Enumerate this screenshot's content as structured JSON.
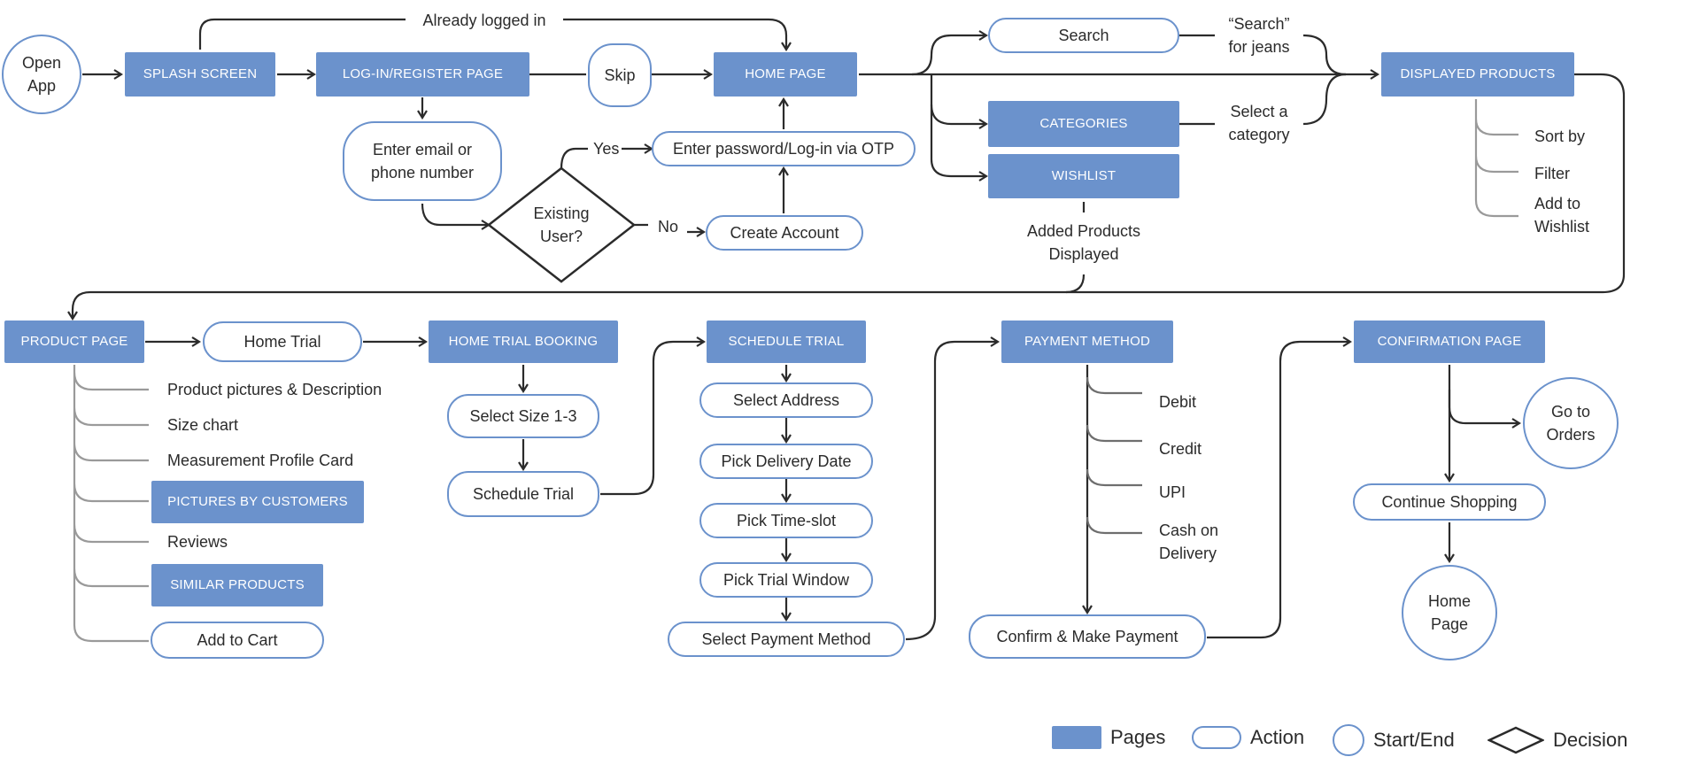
{
  "colors": {
    "page_fill": "#6b92cc",
    "action_border": "#6b92cc",
    "connector": "#2b2b2b",
    "branch": "#9a9a9a"
  },
  "nodes": {
    "open_app": "Open\nApp",
    "splash_screen": "SPLASH SCREEN",
    "login_register": "LOG-IN/REGISTER PAGE",
    "skip": "Skip",
    "home_page": "HOME PAGE",
    "search": "Search",
    "categories": "CATEGORIES",
    "wishlist": "WISHLIST",
    "displayed_products": "DISPLAYED PRODUCTS",
    "enter_email": "Enter email or\nphone number",
    "existing_user": "Existing\nUser?",
    "enter_password": "Enter password/Log-in via OTP",
    "create_account": "Create Account",
    "product_page": "PRODUCT PAGE",
    "home_trial": "Home Trial",
    "home_trial_booking": "HOME TRIAL BOOKING",
    "select_size": "Select Size 1-3",
    "schedule_trial_action": "Schedule Trial",
    "schedule_trial_page": "SCHEDULE TRIAL",
    "select_address": "Select Address",
    "pick_delivery_date": "Pick Delivery Date",
    "pick_time_slot": "Pick Time-slot",
    "pick_trial_window": "Pick Trial Window",
    "select_payment_method": "Select Payment Method",
    "payment_method": "PAYMENT METHOD",
    "confirm_payment": "Confirm & Make Payment",
    "confirmation_page": "CONFIRMATION PAGE",
    "go_to_orders": "Go to\nOrders",
    "continue_shopping": "Continue Shopping",
    "home_page_end": "Home\nPage",
    "pictures_by_customers": "PICTURES BY CUSTOMERS",
    "similar_products": "SIMILAR PRODUCTS",
    "add_to_cart": "Add to Cart"
  },
  "edge_labels": {
    "already_logged_in": "Already logged in",
    "yes": "Yes",
    "no": "No",
    "search_for_jeans": "“Search”\nfor jeans",
    "select_a_category": "Select a\ncategory",
    "added_products_displayed": "Added Products\nDisplayed"
  },
  "branch_items": {
    "displayed_products": [
      "Sort by",
      "Filter",
      "Add to\nWishlist"
    ],
    "product_page": [
      "Product pictures & Description",
      "Size chart",
      "Measurement Profile Card",
      "Reviews"
    ],
    "payment_method": [
      "Debit",
      "Credit",
      "UPI",
      "Cash on\nDelivery"
    ]
  },
  "legend": {
    "pages": "Pages",
    "action": "Action",
    "start_end": "Start/End",
    "decision": "Decision"
  }
}
